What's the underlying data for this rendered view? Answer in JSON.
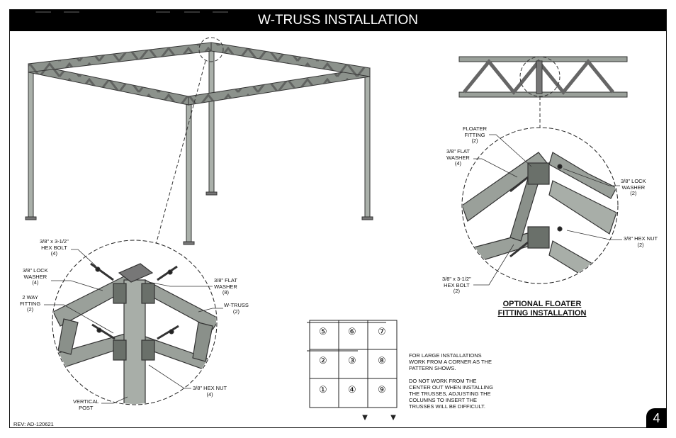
{
  "header": {
    "title": "W-TRUSS INSTALLATION"
  },
  "labels": {
    "hex_bolt_main": "3/8\" x 3-1/2\"\nHEX BOLT\n(4)",
    "lock_washer_main": "3/8\" LOCK\nWASHER\n(4)",
    "two_way_fitting": "2 WAY\nFITTING\n(2)",
    "flat_washer_main": "3/8\" FLAT\nWASHER\n(8)",
    "w_truss": "W-TRUSS\n(2)",
    "hex_nut_main": "3/8\" HEX NUT\n(4)",
    "vertical_post": "VERTICAL\nPOST",
    "floater_fitting": "FLOATER\nFITTING\n(2)",
    "flat_washer_floater": "3/8\" FLAT\nWASHER\n(4)",
    "lock_washer_floater": "3/8\" LOCK\nWASHER\n(2)",
    "hex_nut_floater": "3/8\" HEX NUT\n(2)",
    "hex_bolt_floater": "3/8\" x 3-1/2\"\nHEX BOLT\n(2)"
  },
  "optional_title": "OPTIONAL FLOATER\nFITTING INSTALLATION",
  "grid": {
    "cells": [
      "⑤",
      "⑥",
      "⑦",
      "②",
      "③",
      "⑧",
      "①",
      "④",
      "⑨"
    ]
  },
  "notes": {
    "note1": "FOR LARGE INSTALLATIONS\nWORK FROM A CORNER AS THE\nPATTERN SHOWS.",
    "note2": "DO NOT WORK FROM THE\nCENTER OUT WHEN INSTALLING\nTHE TRUSSES, ADJUSTING THE\nCOLUMNS TO INSERT THE\nTRUSSES WILL BE DIFFICULT."
  },
  "footer": {
    "revision": "REV: AD-120621",
    "page_number": "4"
  },
  "colors": {
    "steel": "#9aa09a",
    "steel_dark": "#555a55",
    "black": "#000000"
  }
}
